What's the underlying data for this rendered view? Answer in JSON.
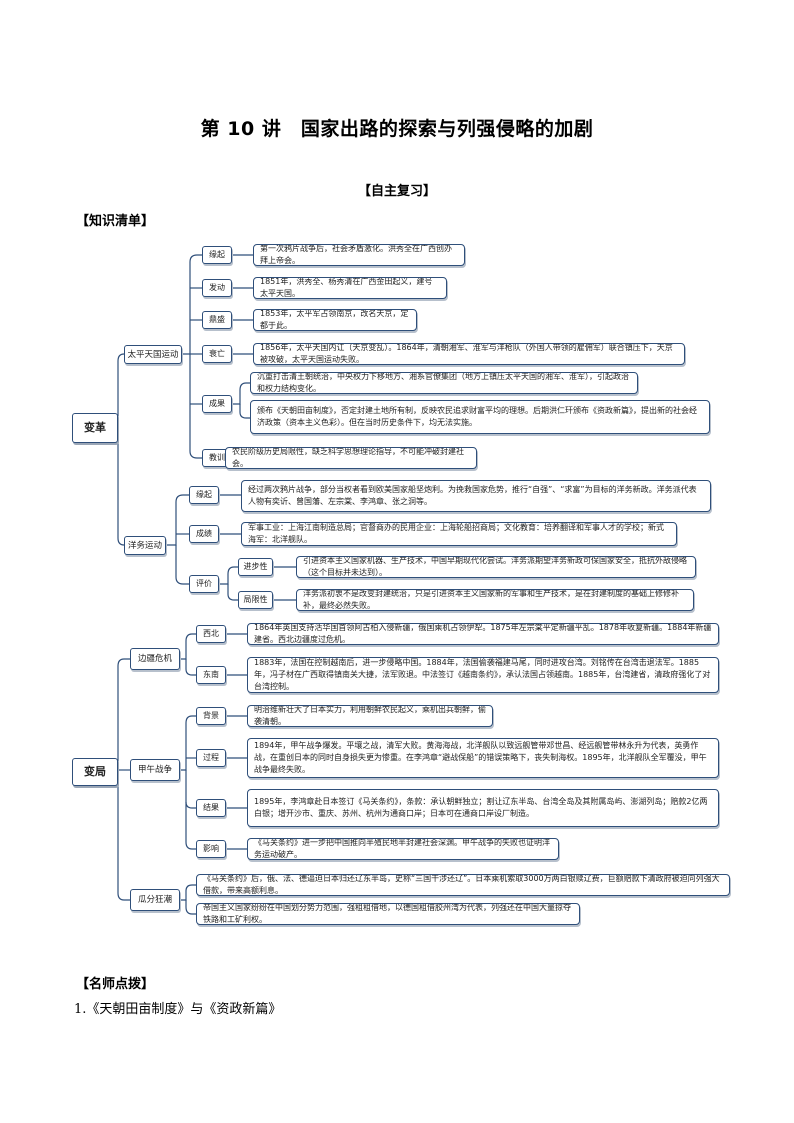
{
  "title": "第 10 讲　国家出路的探索与列强侵略的加剧",
  "subtitle": "【自主复习】",
  "section_knowledge": "【知识清单】",
  "section_tips": "【名师点拨】",
  "item_1": "1.《天朝田亩制度》与《资政新篇》",
  "mindmap": {
    "biange": "变革",
    "bianju": "变局",
    "taiping": {
      "label": "太平天国运动",
      "yuanqi": "缘起",
      "yuanqi_text": "第一次鸦片战争后，社会矛盾激化。洪秀全在广西创办拜上帝会。",
      "fadong": "发动",
      "fadong_text": "1851年，洪秀全、杨秀清在广西金田起义，建号太平天国。",
      "dingsheng": "鼎盛",
      "dingsheng_text": "1853年，太平军占领南京，改名天京，定都于此。",
      "shuaiwang": "衰亡",
      "shuaiwang_text": "1856年，太平天国内讧（天京变乱）。1864年，清朝湘军、淮军与洋枪队（外国人带领的雇佣军）联合镇压下，天京被攻破，太平天国运动失败。",
      "chengguo": "成果",
      "chengguo_text1": "沉重打击清王朝统治，中央权力下移地方、湘系官僚集团（地方上镇压太平天国的湘军、淮军），引起政治和权力结构变化。",
      "chengguo_text2": "颁布《天朝田亩制度》，否定封建土地所有制，反映农民追求财富平均的理想。后期洪仁玕颁布《资政新篇》，提出新的社会经济政策（资本主义色彩）。但在当时历史条件下，均无法实施。",
      "jiaoxun": "教训",
      "jiaoxun_text": "农民阶级历史局限性，缺乏科学思想理论指导，不可能冲破封建社会。"
    },
    "yangwu": {
      "label": "洋务运动",
      "yuanqi": "缘起",
      "yuanqi_text": "经过两次鸦片战争，部分当权者看到欧美国家船坚炮利。为挽救国家危势，推行“自强”、“求富”为目标的洋务新政。洋务派代表人物有奕䜣、曾国藩、左宗棠、李鸿章、张之洞等。",
      "chengji": "成绩",
      "chengji_text": "军事工业：上海江南制造总局；官督商办的民用企业：上海轮船招商局；文化教育：培养翻译和军事人才的学校；新式海军：北洋舰队。",
      "pingjia": "评价",
      "jinbu": "进步性",
      "jinbu_text": "引进资本主义国家机器、生产技术，中国早期现代化尝试。洋务派期望洋务新政可保国家安全，抵抗外敌侵略（这个目标并未达到）。",
      "juxian": "局限性",
      "juxian_text": "洋务派初衷不是改变封建统治，只是引进资本主义国家新的军事和生产技术，是在封建制度的基础上修修补补，最终必然失败。"
    },
    "bianjiang": {
      "label": "边疆危机",
      "xibei": "西北",
      "xibei_text": "1864年英国支持活华国首领阿古柏入侵新疆，俄国乘机占领伊犁。1875年左宗棠平定新疆平乱。1878年收复新疆。1884年新疆建省。西北边疆度过危机。",
      "dongnan": "东南",
      "dongnan_text": "1883年，法国在控制越南后，进一步侵略中国。1884年，法国偷袭福建马尾，同时进攻台湾。刘铭传在台湾击退法军。1885年，冯子材在广西取得镇南关大捷，法军败退。中法签订《越南条约》，承认法国占领越南。1885年，台湾建省，清政府强化了对台湾控制。"
    },
    "jiawu": {
      "label": "甲午战争",
      "beijing": "背景",
      "beijing_text": "明治维新壮大了日本实力，利用朝鲜农民起义，乘机出兵朝鲜，偷袭清朝。",
      "guocheng": "过程",
      "guocheng_text": "1894年，甲午战争爆发。平壤之战，清军大败。黄海海战，北洋舰队以致远舰管带邓世昌、经远舰管带林永升为代表，英勇作战，在重创日本的同时自身损失更为惨重。在李鸿章“避战保船”的错误策略下，丧失制海权。1895年，北洋舰队全军覆没，甲午战争最终失败。",
      "jieguo": "结果",
      "jieguo_text": "1895年，李鸿章赴日本签订《马关条约》，条款：承认朝鲜独立；割让辽东半岛、台湾全岛及其附属岛屿、澎湖列岛；赔款2亿两白银；增开沙市、重庆、苏州、杭州为通商口岸；日本可在通商口岸设厂制造。",
      "yingxiang": "影响",
      "yingxiang_text": "《马关条约》进一步把中国推向半殖民地半封建社会深渊。甲午战争的失败也证明洋务运动破产。"
    },
    "guafen": {
      "label": "瓜分狂潮",
      "text1": "《马关条约》后，俄、法、德逼迫日本归还辽东半岛，史称“三国干涉还辽”。日本乘机索取3000万两白银赎辽费，巨额赔款下清政府被迫向列强大借款，带来高额利息。",
      "text2": "帝国主义国家纷纷在中国划分势力范围，强租租借地，以德国租借胶州湾为代表，列强还在中国大量掠夺铁路和工矿利权。"
    }
  }
}
